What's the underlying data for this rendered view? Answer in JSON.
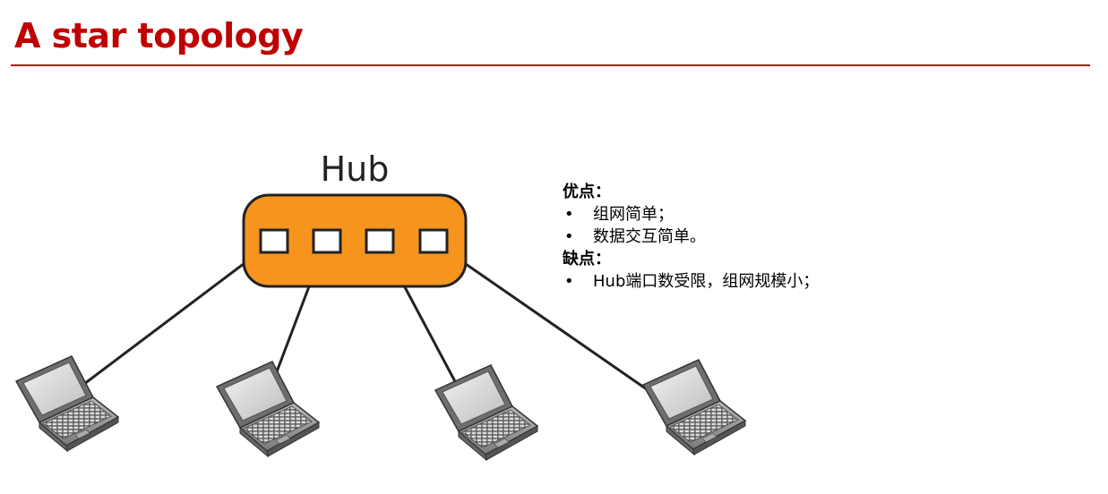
{
  "slide": {
    "title": "A star topology",
    "accent_color": "#c00000"
  },
  "diagram": {
    "hub_label": "Hub",
    "hub_color": "#f7941d",
    "hub_port_count": 4,
    "computer_count": 4,
    "computer_icon": "laptop-icon"
  },
  "notes": {
    "advantages_heading": "优点：",
    "advantages": [
      "组网简单；",
      "数据交互简单。"
    ],
    "disadvantages_heading": "缺点：",
    "disadvantages": [
      "Hub端口数受限，组网规模小；"
    ],
    "bullet": "•"
  }
}
